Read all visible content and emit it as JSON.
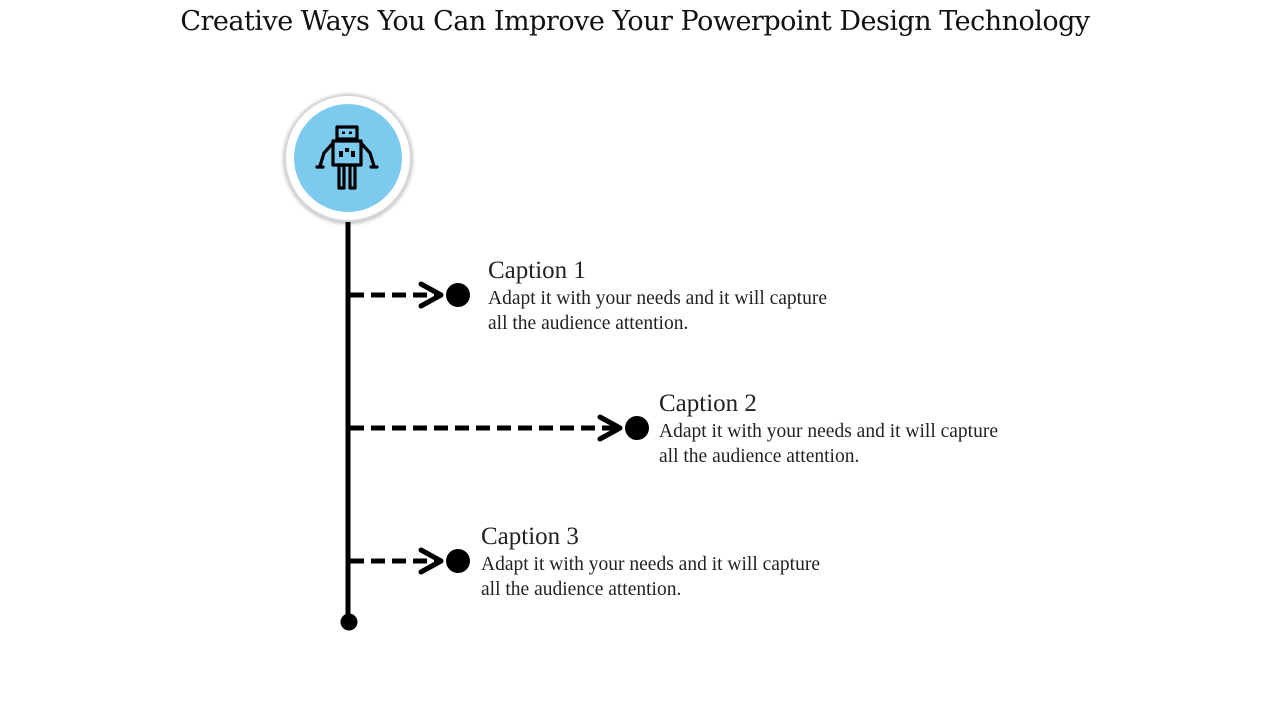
{
  "slide": {
    "title": "Creative Ways You Can Improve Your Powerpoint Design Technology"
  },
  "colors": {
    "icon_circle": "#7ccbee",
    "ring_border": "#d6d6d6",
    "line": "#000000",
    "text": "#222222"
  },
  "hub": {
    "icon": "robot-icon"
  },
  "captions": [
    {
      "title": "Caption 1",
      "body": "Adapt it with your needs and it will capture all the audience attention."
    },
    {
      "title": "Caption 2",
      "body": "Adapt it with your needs and it will capture all the audience attention."
    },
    {
      "title": "Caption 3",
      "body": "Adapt it with your needs and it will capture all the audience attention."
    }
  ]
}
